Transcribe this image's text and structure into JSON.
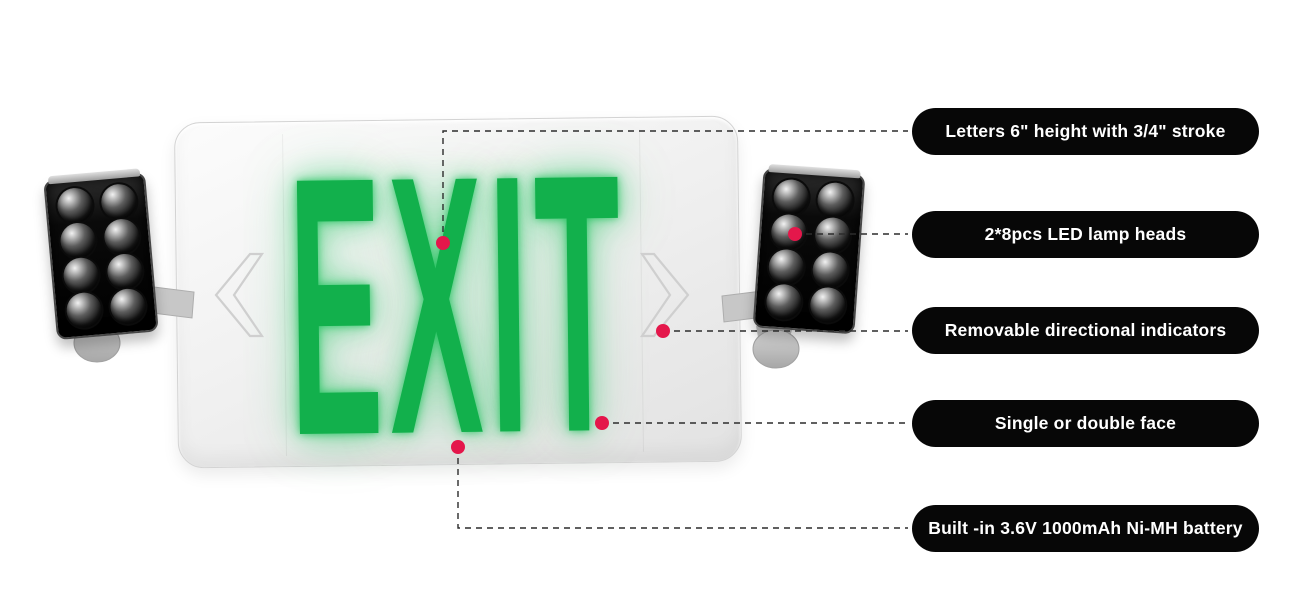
{
  "product": {
    "exit_text": "EXIT",
    "colors": {
      "exit_green": "#12b04c",
      "dot_red": "#e4174b",
      "pill_bg": "#070707",
      "pill_text": "#ffffff"
    }
  },
  "callouts": [
    {
      "label": "Letters 6\" height with 3/4\" stroke"
    },
    {
      "label": "2*8pcs LED lamp heads"
    },
    {
      "label": "Removable directional indicators"
    },
    {
      "label": "Single or double face"
    },
    {
      "label": "Built -in 3.6V 1000mAh Ni-MH battery"
    }
  ]
}
